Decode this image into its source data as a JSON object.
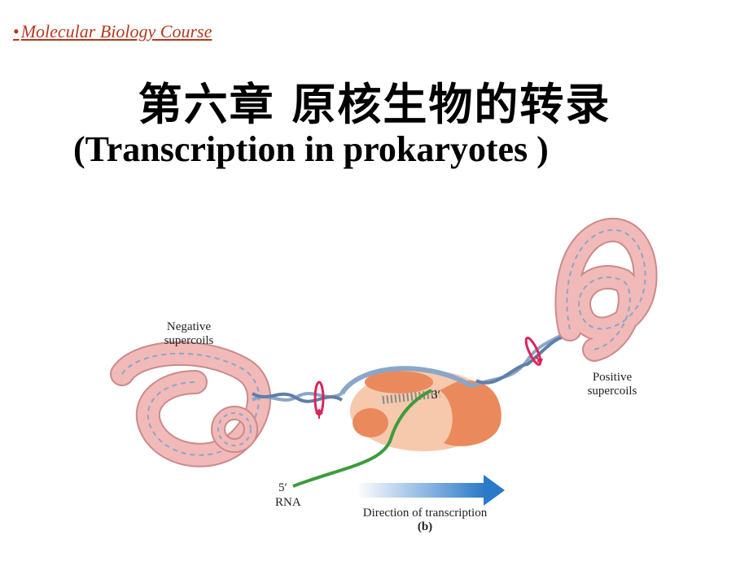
{
  "header": {
    "bullet": "•",
    "course_link": "Molecular Biology Course"
  },
  "title": {
    "chinese": "第六章  原核生物的转录",
    "english": "(Transcription in prokaryotes )"
  },
  "figure": {
    "labels": {
      "negative": [
        "Negative",
        "supercoils"
      ],
      "positive": [
        "Positive",
        "supercoils"
      ],
      "three_prime": "3′",
      "five_prime": "5′",
      "rna": "RNA",
      "direction": "Direction of transcription",
      "panel": "(b)"
    },
    "colors": {
      "coil_fill": "#f2b9b9",
      "coil_stroke": "#c98b8b",
      "strand": "#8aa6c9",
      "polymerase_light": "#f6c9ad",
      "polymerase_dark": "#ea8a5c",
      "rna": "#3c9c3c",
      "arrow_start": "#ffffff",
      "arrow_end": "#2b79c9",
      "twist_marker": "#d9265a",
      "link": "#b33a1f"
    }
  }
}
